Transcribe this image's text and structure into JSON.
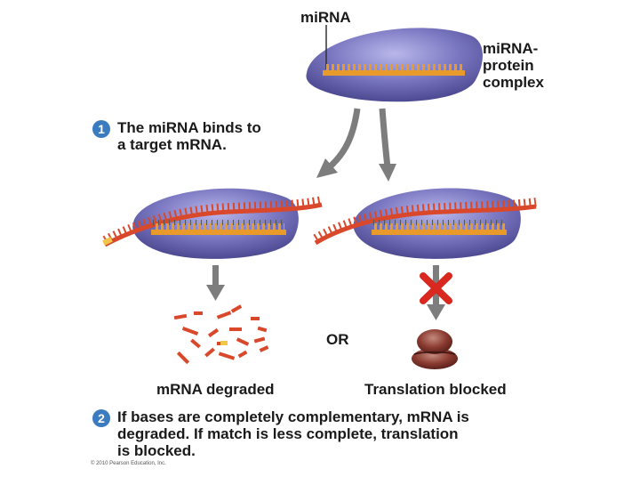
{
  "labels": {
    "mirna": "miRNA",
    "complex": [
      "miRNA-",
      "protein",
      "complex"
    ],
    "or": "OR",
    "degraded": "mRNA degraded",
    "blocked": "Translation blocked"
  },
  "steps": [
    {
      "number": "1",
      "lines": [
        "The miRNA binds to",
        "a target mRNA."
      ]
    },
    {
      "number": "2",
      "lines": [
        "If bases are completely complementary, mRNA is",
        "degraded. If match is less complete, translation",
        "is blocked."
      ]
    }
  ],
  "copyright": "© 2010 Pearson Education, Inc.",
  "colors": {
    "complex_fill": "#7b78c2",
    "mirna_strand": "#e89a2a",
    "mrna_strand": "#d9482b",
    "arrow": "#7d7d7d",
    "block_x": "#d8281f",
    "ribosome": "#7a2f28",
    "step_badge": "#3b7bbf"
  },
  "icons": {
    "block": "x-mark-icon",
    "ribosome": "ribosome-icon"
  }
}
